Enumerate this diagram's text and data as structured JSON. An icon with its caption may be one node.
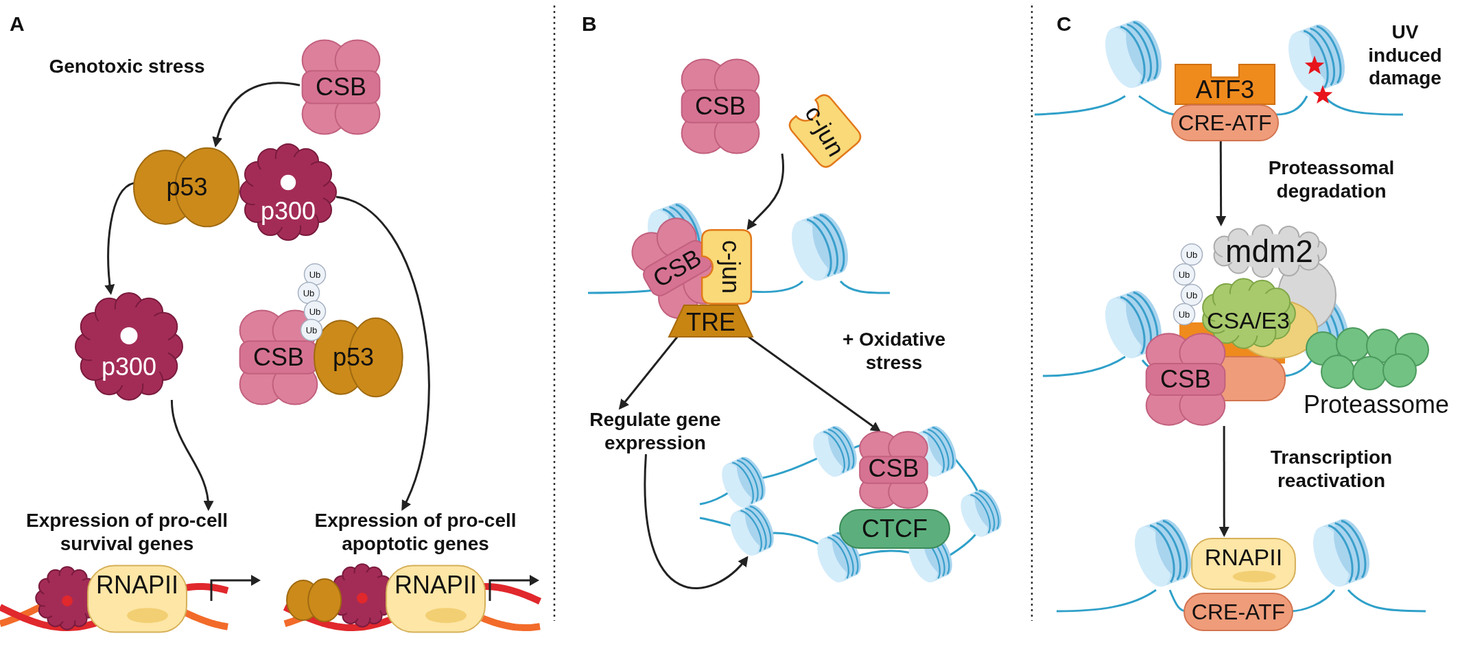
{
  "diagram": {
    "nodes": [
      {
        "text": [
          "CSB"
        ]
      },
      {
        "text": [
          "p53"
        ]
      },
      {
        "text": [
          "p300"
        ]
      },
      {
        "text": [
          "p300"
        ]
      },
      {
        "text": [
          "CSB"
        ]
      },
      {
        "text": [
          "p53"
        ]
      },
      {
        "text": [
          "Ub"
        ]
      },
      {
        "text": [
          "Ub"
        ]
      },
      {
        "text": [
          "Ub"
        ]
      },
      {
        "text": [
          "Ub"
        ]
      },
      {
        "text": [
          "Expression of pro-cell survival genes"
        ]
      },
      {
        "text": [
          "Expression of pro-cell apoptotic genes"
        ]
      },
      {
        "text": [
          "RNAPII"
        ]
      },
      {
        "text": [
          "RNAPII"
        ]
      },
      {
        "text": [
          "CSB"
        ]
      },
      {
        "text": [
          "c-jun"
        ]
      },
      {
        "text": [
          "CSB"
        ]
      },
      {
        "text": [
          "c-jun"
        ]
      },
      {
        "text": [
          "TRE"
        ]
      },
      {
        "text": [
          "Regulate gene expression"
        ]
      },
      {
        "text": [
          "CSB"
        ]
      },
      {
        "text": [
          "CTCF"
        ]
      },
      {
        "text": [
          "ATF3"
        ]
      },
      {
        "text": [
          "CRE-ATF"
        ]
      },
      {
        "text": [
          "UV induced damage"
        ]
      },
      {
        "text": [
          "mdm2"
        ]
      },
      {
        "text": [
          "Ub"
        ]
      },
      {
        "text": [
          "Ub"
        ]
      },
      {
        "text": [
          "Ub"
        ]
      },
      {
        "text": [
          "Ub"
        ]
      },
      {
        "text": [
          "CSA/E3"
        ]
      },
      {
        "text": [
          "CSB"
        ]
      },
      {
        "text": [
          "Proteassome"
        ]
      },
      {
        "text": [
          "RNAPII"
        ]
      },
      {
        "text": [
          "CRE-ATF"
        ]
      },
      {
        "text": [],
        "shape": "cylinder"
      }
    ],
    "edges": [
      {
        "from": 0,
        "to": 1,
        "arrow": "to",
        "label": "Genotoxic stress"
      },
      {
        "from": 1,
        "to": 3,
        "arrow": "to"
      },
      {
        "from": 2,
        "to": 11,
        "arrow": "to"
      },
      {
        "from": 3,
        "to": 10,
        "arrow": "to"
      },
      {
        "from": 15,
        "to": 17,
        "arrow": "to"
      },
      {
        "from": 18,
        "to": 19,
        "arrow": "to"
      },
      {
        "from": 18,
        "to": 20,
        "arrow": "to",
        "label": "+ Oxidative stress"
      },
      {
        "from": 19,
        "to": 35,
        "arrow": "to"
      },
      {
        "from": 23,
        "to": 25,
        "arrow": "to",
        "label": "Proteassomal degradation"
      },
      {
        "from": 31,
        "to": 33,
        "arrow": "to",
        "label": "Transcription reactivation"
      }
    ],
    "labels": [
      "A",
      "B",
      "C"
    ]
  }
}
